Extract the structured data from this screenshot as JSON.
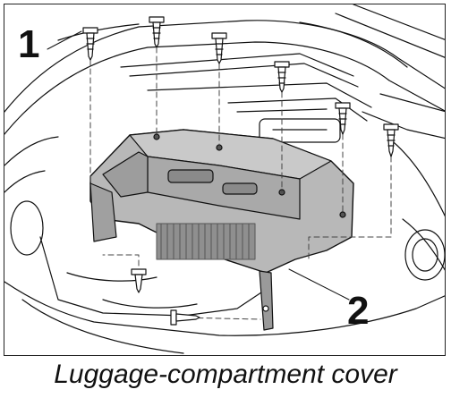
{
  "diagram": {
    "callouts": [
      "1",
      "2"
    ],
    "caption": "Luggage-compartment cover",
    "colors": {
      "line": "#111111",
      "cover_fill": "#b8b8b8",
      "cover_dark": "#8a8a8a",
      "background": "#ffffff"
    },
    "parts": [
      "screw",
      "luggage-compartment-cover"
    ]
  }
}
